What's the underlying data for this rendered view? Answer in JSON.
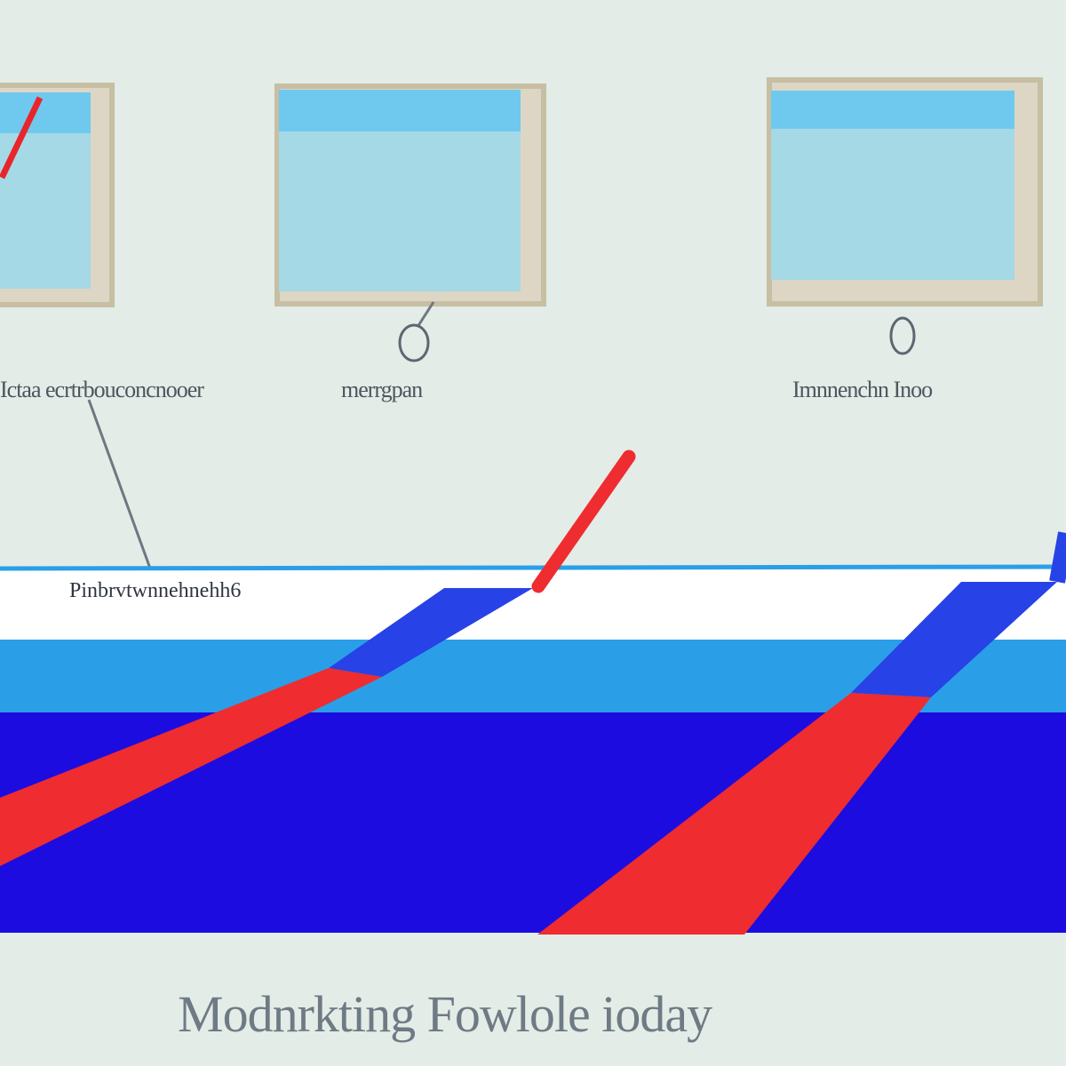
{
  "panels": [
    {
      "label": "Ictaa ecrtrbouconcnooer",
      "marker": ""
    },
    {
      "label": "merrgpan",
      "marker": "6"
    },
    {
      "label": "Imnnenchn Inoo",
      "marker": "0"
    }
  ],
  "band_label": "Pinbrvtwnnehnehh6",
  "caption": "Modnrkting Fowlole ioday",
  "colors": {
    "background": "#e3ece6",
    "panel_frame": "#c7bea3",
    "screen_top": "#6fc9ee",
    "screen_body": "#a5d9e6",
    "band_white": "#ffffff",
    "band_light_blue": "#2a9fe8",
    "band_deep_blue": "#1d0ce0",
    "stripe_red": "#ef2c2f",
    "stripe_blue": "#2742e6",
    "leader_line": "#6e7882"
  }
}
